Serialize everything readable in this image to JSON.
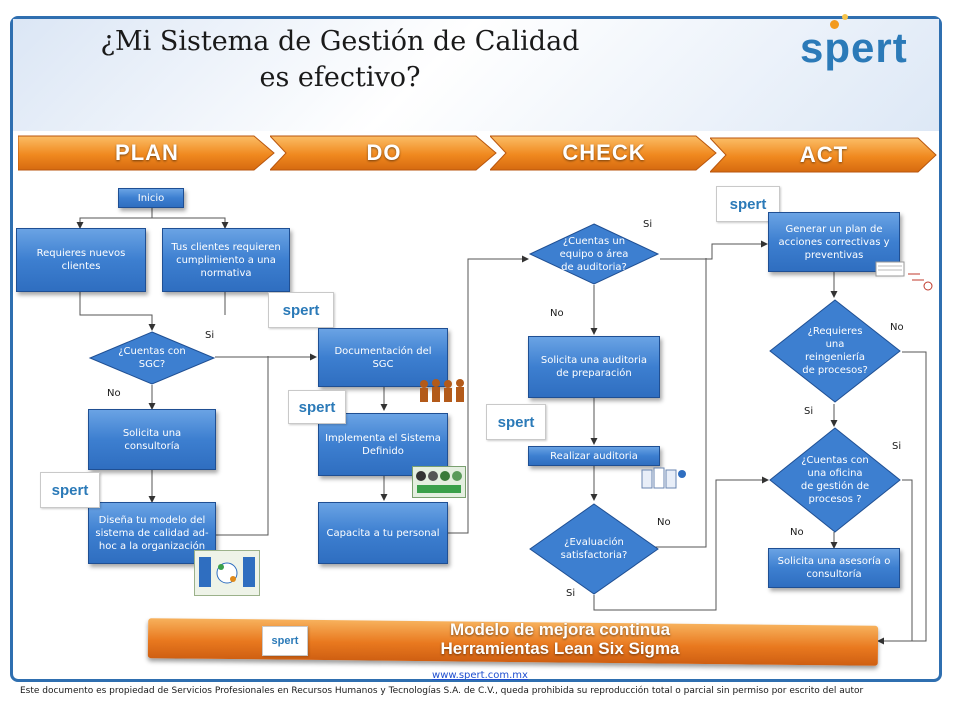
{
  "title_line1": "¿Mi Sistema de Gestión de Calidad",
  "title_line2": "es efectivo?",
  "logo_text": "spert",
  "phases": [
    "PLAN",
    "DO",
    "CHECK",
    "ACT"
  ],
  "plan": {
    "inicio": "Inicio",
    "nuevos_clientes": "Requieres nuevos clientes",
    "normativa": "Tus clientes requieren cumplimiento a una normativa",
    "cuentas_sgc": "¿Cuentas con SGC?",
    "consultoria": "Solicita una consultoría",
    "disena": "Diseña tu modelo del sistema de calidad ad-hoc a la organización",
    "si": "Si",
    "no": "No"
  },
  "do": {
    "documentacion": "Documentación del SGC",
    "implementa": "Implementa el Sistema Definido",
    "capacita": "Capacita a tu personal"
  },
  "check": {
    "cuentas_equipo": "¿Cuentas un equipo o área de auditoria?",
    "solicita_auditoria": "Solicita una auditoria de preparación",
    "realizar": "Realizar auditoria",
    "evaluacion": "¿Evaluación satisfactoria?",
    "si_top": "Si",
    "no_mid": "No",
    "no_eval": "No",
    "si_eval": "Si"
  },
  "act": {
    "generar": "Generar un plan de acciones correctivas y preventivas",
    "reingenieria": "¿Requieres una reingeniería de procesos?",
    "oficina": "¿Cuentas con una oficina de gestión de procesos ?",
    "asesoria": "Solicita una asesoría o consultoría",
    "no_reing": "No",
    "si_reing": "Si",
    "si_ofi": "Si",
    "no_ofi": "No"
  },
  "bottom_line1": "Modelo de mejora continua",
  "bottom_line2": "Herramientas Lean Six Sigma",
  "footer_link": "www.spert.com.mx",
  "footer_note": "Este documento es propiedad de Servicios Profesionales en Recursos Humanos y Tecnologías S.A. de C.V., queda prohibida su reproducción total o parcial sin permiso por escrito del autor",
  "colors": {
    "box": "#3d7fd0",
    "phase": "#f39a1e",
    "frame": "#2f6fb0",
    "logo": "#2b7ab8"
  }
}
